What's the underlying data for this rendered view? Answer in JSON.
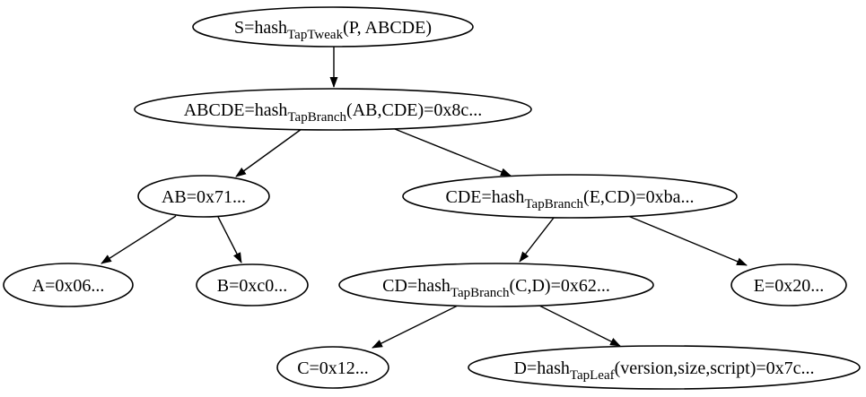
{
  "diagram": {
    "title": "Taproot Merkle hash tree",
    "colors": {
      "background": "#ffffff",
      "node_fill": "#ffffff",
      "node_stroke": "#000000",
      "text": "#000000",
      "edge": "#000000"
    },
    "nodes": [
      {
        "id": "S",
        "pre": "S=hash",
        "sub": "TapTweak",
        "post": "(P, ABCDE)"
      },
      {
        "id": "ABCDE",
        "pre": "ABCDE=hash",
        "sub": "TapBranch",
        "post": "(AB,CDE)=0x8c..."
      },
      {
        "id": "AB",
        "pre": "AB=0x71...",
        "sub": "",
        "post": ""
      },
      {
        "id": "CDE",
        "pre": "CDE=hash",
        "sub": "TapBranch",
        "post": "(E,CD)=0xba..."
      },
      {
        "id": "A",
        "pre": "A=0x06...",
        "sub": "",
        "post": ""
      },
      {
        "id": "B",
        "pre": "B=0xc0...",
        "sub": "",
        "post": ""
      },
      {
        "id": "CD",
        "pre": "CD=hash",
        "sub": "TapBranch",
        "post": "(C,D)=0x62..."
      },
      {
        "id": "E",
        "pre": "E=0x20...",
        "sub": "",
        "post": ""
      },
      {
        "id": "C",
        "pre": "C=0x12...",
        "sub": "",
        "post": ""
      },
      {
        "id": "D",
        "pre": "D=hash",
        "sub": "TapLeaf",
        "post": "(version,size,script)=0x7c..."
      }
    ],
    "edges": [
      {
        "from": "S",
        "to": "ABCDE"
      },
      {
        "from": "ABCDE",
        "to": "AB"
      },
      {
        "from": "ABCDE",
        "to": "CDE"
      },
      {
        "from": "AB",
        "to": "A"
      },
      {
        "from": "AB",
        "to": "B"
      },
      {
        "from": "CDE",
        "to": "CD"
      },
      {
        "from": "CDE",
        "to": "E"
      },
      {
        "from": "CD",
        "to": "C"
      },
      {
        "from": "CD",
        "to": "D"
      }
    ]
  }
}
